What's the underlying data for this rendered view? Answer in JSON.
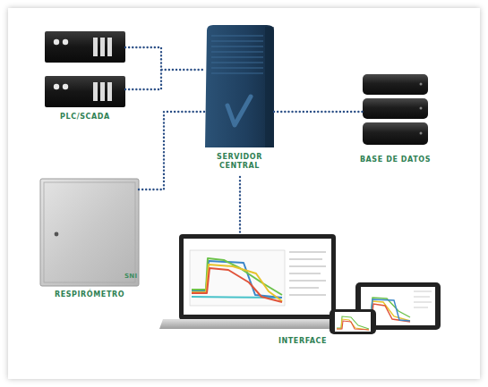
{
  "diagram": {
    "nodes": [
      {
        "text": [
          "PLC/SCADA"
        ]
      },
      {
        "text": [
          "SERVIDOR CENTRAL"
        ]
      },
      {
        "text": [
          "BASE DE DATOS"
        ]
      },
      {
        "text": [
          "SNI",
          "RESPIRÓMETRO"
        ]
      },
      {
        "text": [
          "INTERFACE"
        ]
      }
    ],
    "edges": [
      {
        "from": 0,
        "to": 1,
        "arrow": "none"
      },
      {
        "from": 3,
        "to": 1,
        "arrow": "none"
      },
      {
        "from": 1,
        "to": 2,
        "arrow": "none"
      },
      {
        "from": 1,
        "to": 4,
        "arrow": "none"
      }
    ]
  }
}
